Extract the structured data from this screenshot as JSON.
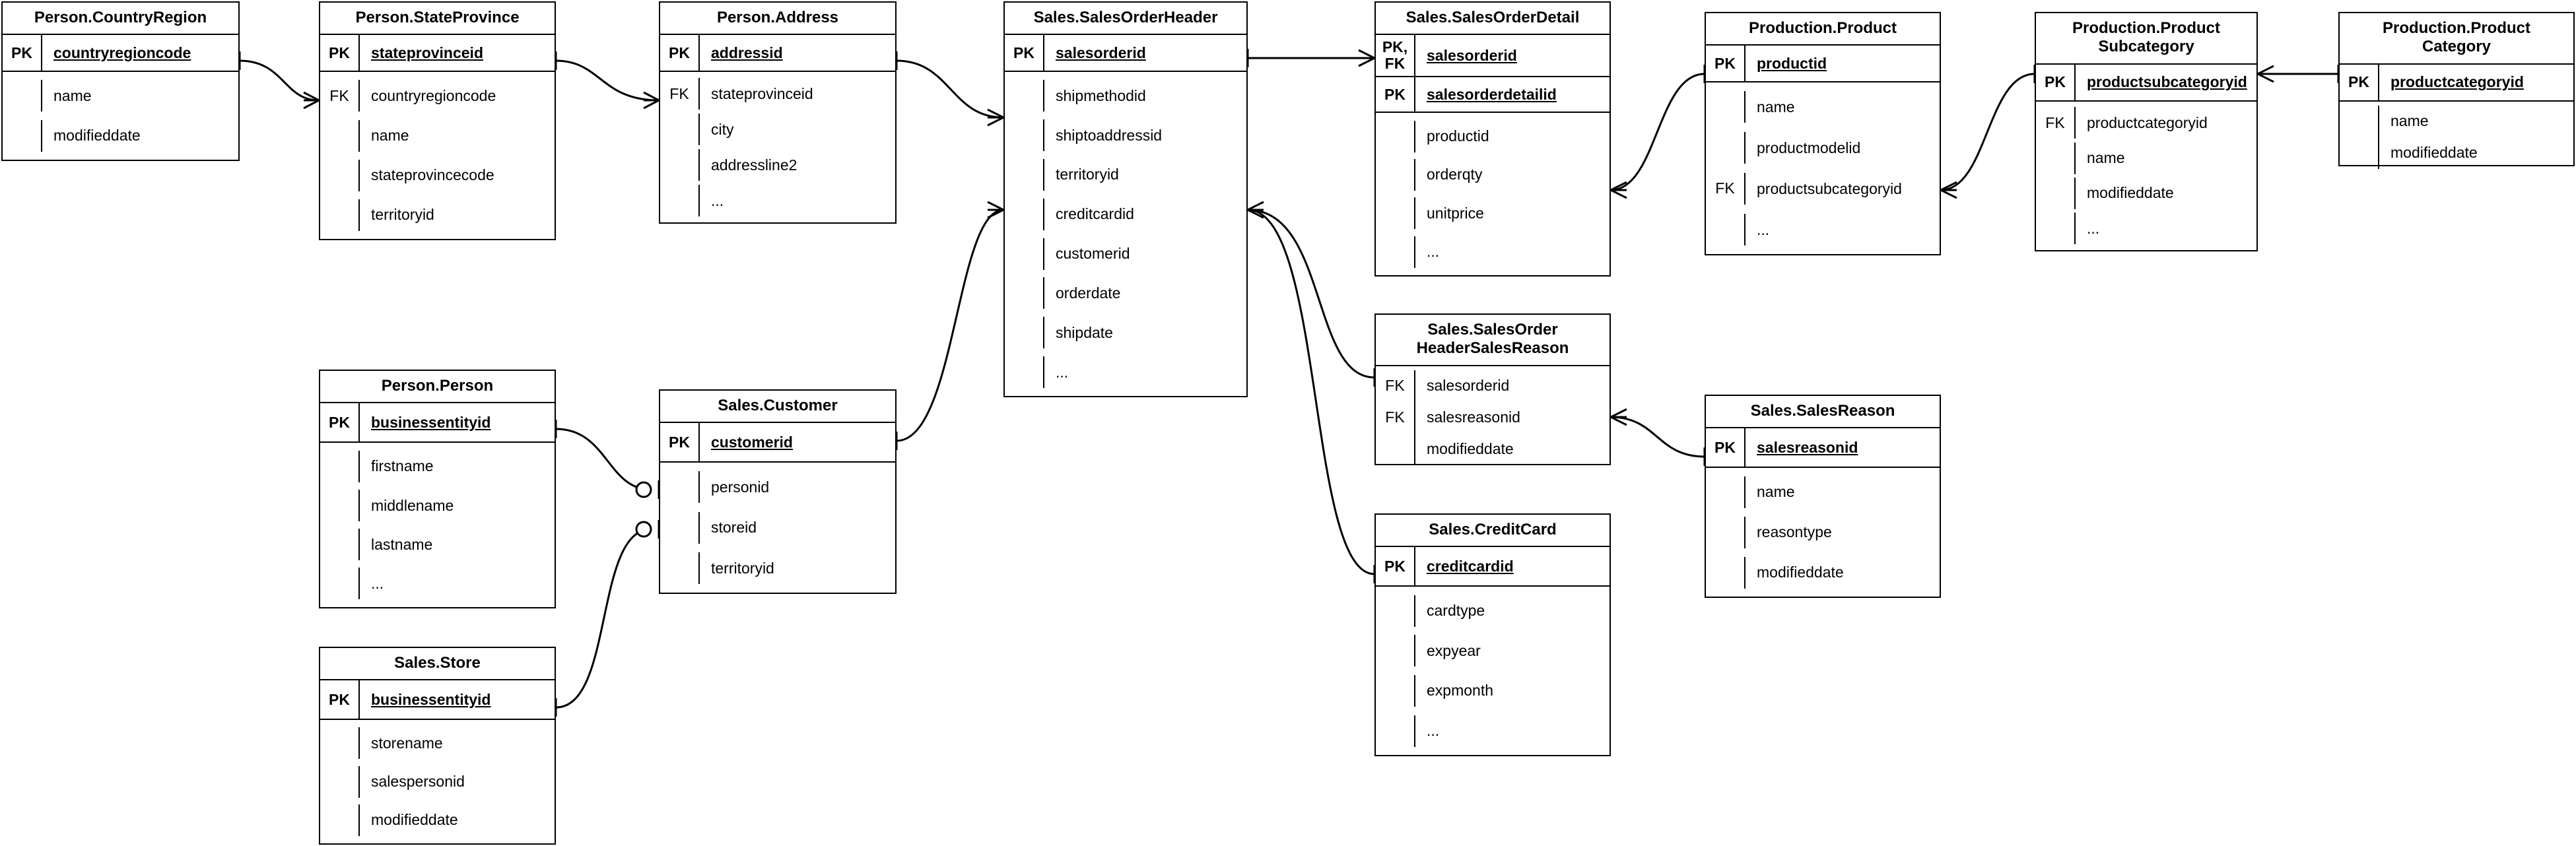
{
  "diagram": {
    "title": "AdventureWorks Sales ER Diagram",
    "notation": "crow's foot",
    "background_color": "#ffffff",
    "line_color": "#000000",
    "ellipsis": "...",
    "key_labels": {
      "pk": "PK",
      "fk": "FK",
      "pk_fk": "PK,\nFK"
    }
  },
  "entities": {
    "country_region": {
      "title": "Person.CountryRegion",
      "keys": [
        {
          "key": "PK",
          "name": "countryregioncode"
        }
      ],
      "attributes": [
        {
          "key": "",
          "name": "name"
        },
        {
          "key": "",
          "name": "modifieddate"
        }
      ]
    },
    "state_province": {
      "title": "Person.StateProvince",
      "keys": [
        {
          "key": "PK",
          "name": "stateprovinceid"
        }
      ],
      "attributes": [
        {
          "key": "FK",
          "name": "countryregioncode"
        },
        {
          "key": "",
          "name": "name"
        },
        {
          "key": "",
          "name": "stateprovincecode"
        },
        {
          "key": "",
          "name": "territoryid"
        }
      ]
    },
    "address": {
      "title": "Person.Address",
      "keys": [
        {
          "key": "PK",
          "name": "addressid"
        }
      ],
      "attributes": [
        {
          "key": "FK",
          "name": "stateprovinceid"
        },
        {
          "key": "",
          "name": "city"
        },
        {
          "key": "",
          "name": "addressline2"
        },
        {
          "key": "",
          "name": "..."
        }
      ]
    },
    "sales_order_header": {
      "title": "Sales.SalesOrderHeader",
      "keys": [
        {
          "key": "PK",
          "name": "salesorderid"
        }
      ],
      "attributes": [
        {
          "key": "",
          "name": "shipmethodid"
        },
        {
          "key": "",
          "name": "shiptoaddressid"
        },
        {
          "key": "",
          "name": "territoryid"
        },
        {
          "key": "",
          "name": "creditcardid"
        },
        {
          "key": "",
          "name": "customerid"
        },
        {
          "key": "",
          "name": "orderdate"
        },
        {
          "key": "",
          "name": "shipdate"
        },
        {
          "key": "",
          "name": "..."
        }
      ]
    },
    "sales_order_detail": {
      "title": "Sales.SalesOrderDetail",
      "keys": [
        {
          "key": "PK,\nFK",
          "name": "salesorderid"
        },
        {
          "key": "PK",
          "name": "salesorderdetailid"
        }
      ],
      "attributes": [
        {
          "key": "",
          "name": "productid"
        },
        {
          "key": "",
          "name": "orderqty"
        },
        {
          "key": "",
          "name": "unitprice"
        },
        {
          "key": "",
          "name": "..."
        }
      ]
    },
    "product": {
      "title": "Production.Product",
      "keys": [
        {
          "key": "PK",
          "name": "productid"
        }
      ],
      "attributes": [
        {
          "key": "",
          "name": "name"
        },
        {
          "key": "",
          "name": "productmodelid"
        },
        {
          "key": "FK",
          "name": "productsubcategoryid"
        },
        {
          "key": "",
          "name": "..."
        }
      ]
    },
    "product_subcategory": {
      "title": "Production.Product\nSubcategory",
      "keys": [
        {
          "key": "PK",
          "name": "productsubcategoryid"
        }
      ],
      "attributes": [
        {
          "key": "FK",
          "name": "productcategoryid"
        },
        {
          "key": "",
          "name": "name"
        },
        {
          "key": "",
          "name": "modifieddate"
        },
        {
          "key": "",
          "name": "..."
        }
      ]
    },
    "product_category": {
      "title": "Production.Product\nCategory",
      "keys": [
        {
          "key": "PK",
          "name": "productcategoryid"
        }
      ],
      "attributes": [
        {
          "key": "",
          "name": "name"
        },
        {
          "key": "",
          "name": "modifieddate"
        }
      ]
    },
    "person": {
      "title": "Person.Person",
      "keys": [
        {
          "key": "PK",
          "name": "businessentityid"
        }
      ],
      "attributes": [
        {
          "key": "",
          "name": "firstname"
        },
        {
          "key": "",
          "name": "middlename"
        },
        {
          "key": "",
          "name": "lastname"
        },
        {
          "key": "",
          "name": "..."
        }
      ]
    },
    "customer": {
      "title": "Sales.Customer",
      "keys": [
        {
          "key": "PK",
          "name": "customerid"
        }
      ],
      "attributes": [
        {
          "key": "",
          "name": "personid"
        },
        {
          "key": "",
          "name": "storeid"
        },
        {
          "key": "",
          "name": "territoryid"
        }
      ]
    },
    "store": {
      "title": "Sales.Store",
      "keys": [
        {
          "key": "PK",
          "name": "businessentityid"
        }
      ],
      "attributes": [
        {
          "key": "",
          "name": "storename"
        },
        {
          "key": "",
          "name": "salespersonid"
        },
        {
          "key": "",
          "name": "modifieddate"
        }
      ]
    },
    "sales_order_header_sales_reason": {
      "title": "Sales.SalesOrder\nHeaderSalesReason",
      "keys": [],
      "attributes": [
        {
          "key": "FK",
          "name": "salesorderid"
        },
        {
          "key": "FK",
          "name": "salesreasonid"
        },
        {
          "key": "",
          "name": "modifieddate"
        }
      ]
    },
    "sales_reason": {
      "title": "Sales.SalesReason",
      "keys": [
        {
          "key": "PK",
          "name": "salesreasonid"
        }
      ],
      "attributes": [
        {
          "key": "",
          "name": "name"
        },
        {
          "key": "",
          "name": "reasontype"
        },
        {
          "key": "",
          "name": "modifieddate"
        }
      ]
    },
    "credit_card": {
      "title": "Sales.CreditCard",
      "keys": [
        {
          "key": "PK",
          "name": "creditcardid"
        }
      ],
      "attributes": [
        {
          "key": "",
          "name": "cardtype"
        },
        {
          "key": "",
          "name": "expyear"
        },
        {
          "key": "",
          "name": "expmonth"
        },
        {
          "key": "",
          "name": "..."
        }
      ]
    }
  },
  "relationships": [
    {
      "from": "country_region",
      "to": "state_province",
      "from_card": "one",
      "to_card": "many"
    },
    {
      "from": "state_province",
      "to": "address",
      "from_card": "one",
      "to_card": "many"
    },
    {
      "from": "address",
      "to": "sales_order_header",
      "from_card": "one",
      "to_card": "many"
    },
    {
      "from": "sales_order_header",
      "to": "sales_order_detail",
      "from_card": "one",
      "to_card": "many"
    },
    {
      "from": "product",
      "to": "sales_order_detail",
      "from_card": "one",
      "to_card": "many"
    },
    {
      "from": "product_subcategory",
      "to": "product",
      "from_card": "one",
      "to_card": "many"
    },
    {
      "from": "product_category",
      "to": "product_subcategory",
      "from_card": "one",
      "to_card": "many"
    },
    {
      "from": "sales_order_header",
      "to": "sales_order_header_sales_reason",
      "from_card": "one",
      "to_card": "many"
    },
    {
      "from": "sales_reason",
      "to": "sales_order_header_sales_reason",
      "from_card": "one",
      "to_card": "many"
    },
    {
      "from": "credit_card",
      "to": "sales_order_header",
      "from_card": "one",
      "to_card": "many"
    },
    {
      "from": "customer",
      "to": "sales_order_header",
      "from_card": "one",
      "to_card": "many"
    },
    {
      "from": "person",
      "to": "customer",
      "from_card": "one",
      "to_card": "zero-or-one"
    },
    {
      "from": "store",
      "to": "customer",
      "from_card": "one",
      "to_card": "zero-or-one"
    }
  ]
}
